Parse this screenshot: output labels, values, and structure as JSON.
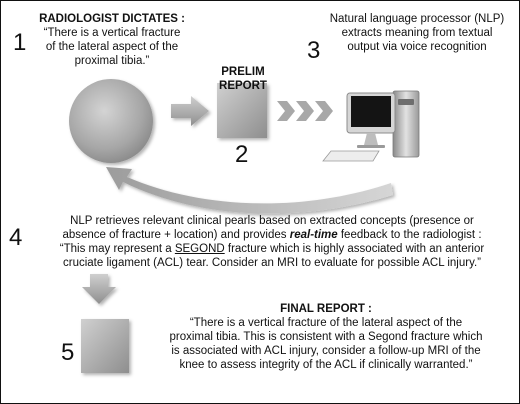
{
  "step1": {
    "number": "1",
    "title": "RADIOLOGIST DICTATES :",
    "quote_lines": [
      "“There is a vertical fracture",
      "of the lateral aspect of the",
      "proximal tibia.”"
    ]
  },
  "step2": {
    "number": "2",
    "title": "PRELIM REPORT"
  },
  "step3": {
    "number": "3",
    "lines": [
      "Natural language processor (NLP)",
      "extracts meaning from textual",
      "output via voice recognition"
    ]
  },
  "step4": {
    "number": "4",
    "line1": "NLP retrieves relevant clinical pearls based on extracted concepts (presence or",
    "line2_a": "absence of fracture + location) and provides ",
    "line2_emph": "real-time",
    "line2_b": " feedback to the radiologist :",
    "line3_a": "“This may represent a ",
    "line3_underlined": "SEGOND",
    "line3_b": " fracture which is highly associated with an anterior",
    "line4": "cruciate ligament (ACL) tear. Consider an MRI to evaluate for possible ACL injury.”"
  },
  "step5": {
    "number": "5",
    "title": "FINAL REPORT :",
    "quote_lines": [
      "“There is a vertical fracture of the lateral aspect of the",
      "proximal tibia. This is consistent with a Segond fracture which",
      "is associated with ACL injury, consider a follow-up MRI of the",
      "knee to assess integrity of the ACL if clinically warranted.”"
    ]
  }
}
